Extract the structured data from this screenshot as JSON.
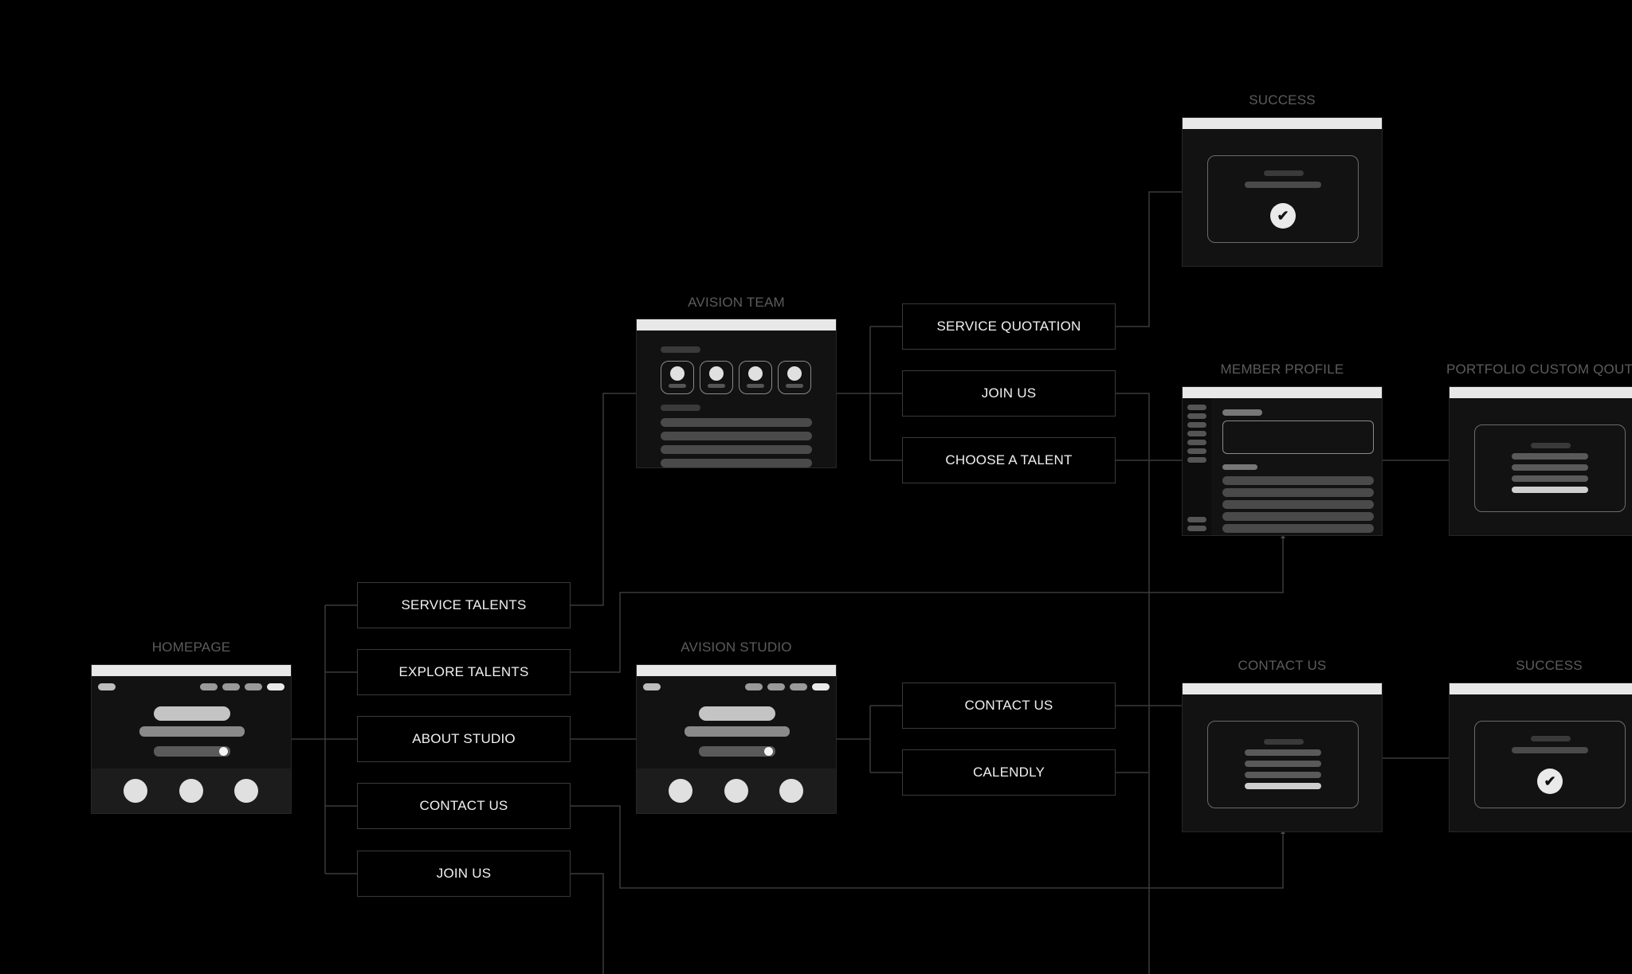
{
  "screens": {
    "homepage": "HOMEPAGE",
    "avision_team": "AVISION TEAM",
    "avision_studio": "AVISION STUDIO",
    "success_top": "SUCCESS",
    "member_profile": "MEMBER PROFILE",
    "portfolio": "PORTFOLIO CUSTOM QOUTATION",
    "contact_us": "CONTACT US",
    "success_bottom": "SUCCESS"
  },
  "actions": {
    "service_talents": "SERVICE TALENTS",
    "explore_talents": "EXPLORE TALENTS",
    "about_studio": "ABOUT STUDIO",
    "contact_us": "CONTACT US",
    "join_us": "JOIN US",
    "service_quotation": "SERVICE QUOTATION",
    "join_us_team": "JOIN US",
    "choose_talent": "CHOOSE A TALENT",
    "contact_us_studio": "CONTACT US",
    "calendly": "CALENDLY"
  },
  "icons": {
    "check": "check-icon"
  },
  "colors": {
    "background": "#000000",
    "wire": "#3a3a3a",
    "title": "#5c5c5c",
    "node_text": "#f0f0f0"
  }
}
